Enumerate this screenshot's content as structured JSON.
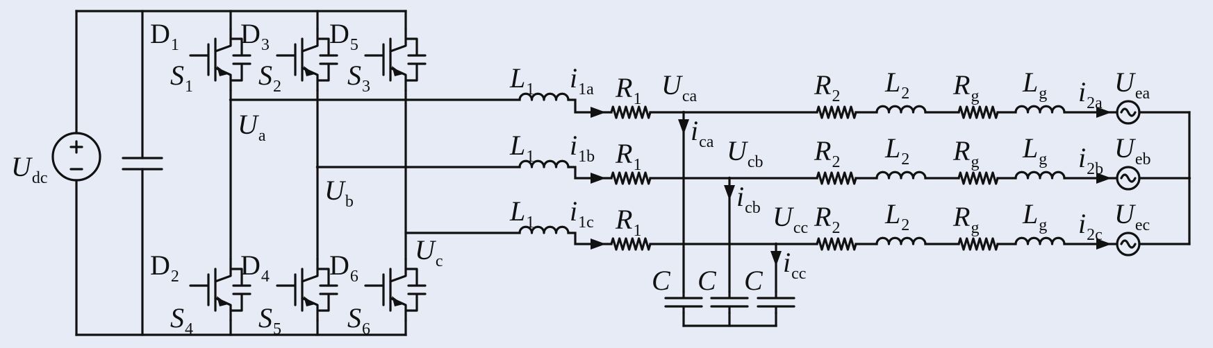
{
  "dc_source": {
    "label": "U",
    "sub": "dc"
  },
  "diodes": [
    {
      "name": "D",
      "sub": "1"
    },
    {
      "name": "D",
      "sub": "3"
    },
    {
      "name": "D",
      "sub": "5"
    },
    {
      "name": "D",
      "sub": "2"
    },
    {
      "name": "D",
      "sub": "4"
    },
    {
      "name": "D",
      "sub": "6"
    }
  ],
  "switches": [
    {
      "name": "S",
      "sub": "1"
    },
    {
      "name": "S",
      "sub": "2"
    },
    {
      "name": "S",
      "sub": "3"
    },
    {
      "name": "S",
      "sub": "4"
    },
    {
      "name": "S",
      "sub": "5"
    },
    {
      "name": "S",
      "sub": "6"
    }
  ],
  "phase_nodes": [
    {
      "name": "U",
      "sub": "a"
    },
    {
      "name": "U",
      "sub": "b"
    },
    {
      "name": "U",
      "sub": "c"
    }
  ],
  "phases": [
    {
      "L1": "L",
      "L1_sub": "1",
      "i1": "i",
      "i1_sub": "1a",
      "R1": "R",
      "R1_sub": "1",
      "Uc": "U",
      "Uc_sub": "ca",
      "ic": "i",
      "ic_sub": "ca",
      "R2": "R",
      "R2_sub": "2",
      "L2": "L",
      "L2_sub": "2",
      "Rg": "R",
      "Rg_sub": "g",
      "Lg": "L",
      "Lg_sub": "g",
      "i2": "i",
      "i2_sub": "2a",
      "Ue": "U",
      "Ue_sub": "ea"
    },
    {
      "L1": "L",
      "L1_sub": "1",
      "i1": "i",
      "i1_sub": "1b",
      "R1": "R",
      "R1_sub": "1",
      "Uc": "U",
      "Uc_sub": "cb",
      "ic": "i",
      "ic_sub": "cb",
      "R2": "R",
      "R2_sub": "2",
      "L2": "L",
      "L2_sub": "2",
      "Rg": "R",
      "Rg_sub": "g",
      "Lg": "L",
      "Lg_sub": "g",
      "i2": "i",
      "i2_sub": "2b",
      "Ue": "U",
      "Ue_sub": "eb"
    },
    {
      "L1": "L",
      "L1_sub": "1",
      "i1": "i",
      "i1_sub": "1c",
      "R1": "R",
      "R1_sub": "1",
      "Uc": "U",
      "Uc_sub": "cc",
      "ic": "i",
      "ic_sub": "cc",
      "R2": "R",
      "R2_sub": "2",
      "L2": "L",
      "L2_sub": "2",
      "Rg": "R",
      "Rg_sub": "g",
      "Lg": "L",
      "Lg_sub": "g",
      "i2": "i",
      "i2_sub": "2c",
      "Ue": "U",
      "Ue_sub": "ec"
    }
  ],
  "capacitors": [
    {
      "label": "C"
    },
    {
      "label": "C"
    },
    {
      "label": "C"
    }
  ]
}
